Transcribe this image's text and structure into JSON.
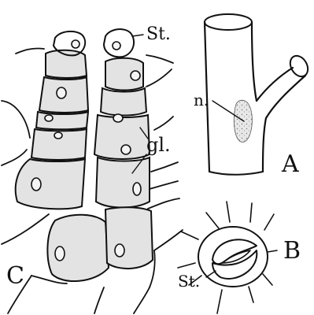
{
  "figure": {
    "panel_c": {
      "letter": "C",
      "labels": {
        "stomata": "St.",
        "gland": "gl."
      }
    },
    "panel_a": {
      "letter": "A",
      "labels": {
        "nectary": "n."
      }
    },
    "panel_b": {
      "letter": "B",
      "labels": {
        "stoma": "St."
      }
    }
  }
}
